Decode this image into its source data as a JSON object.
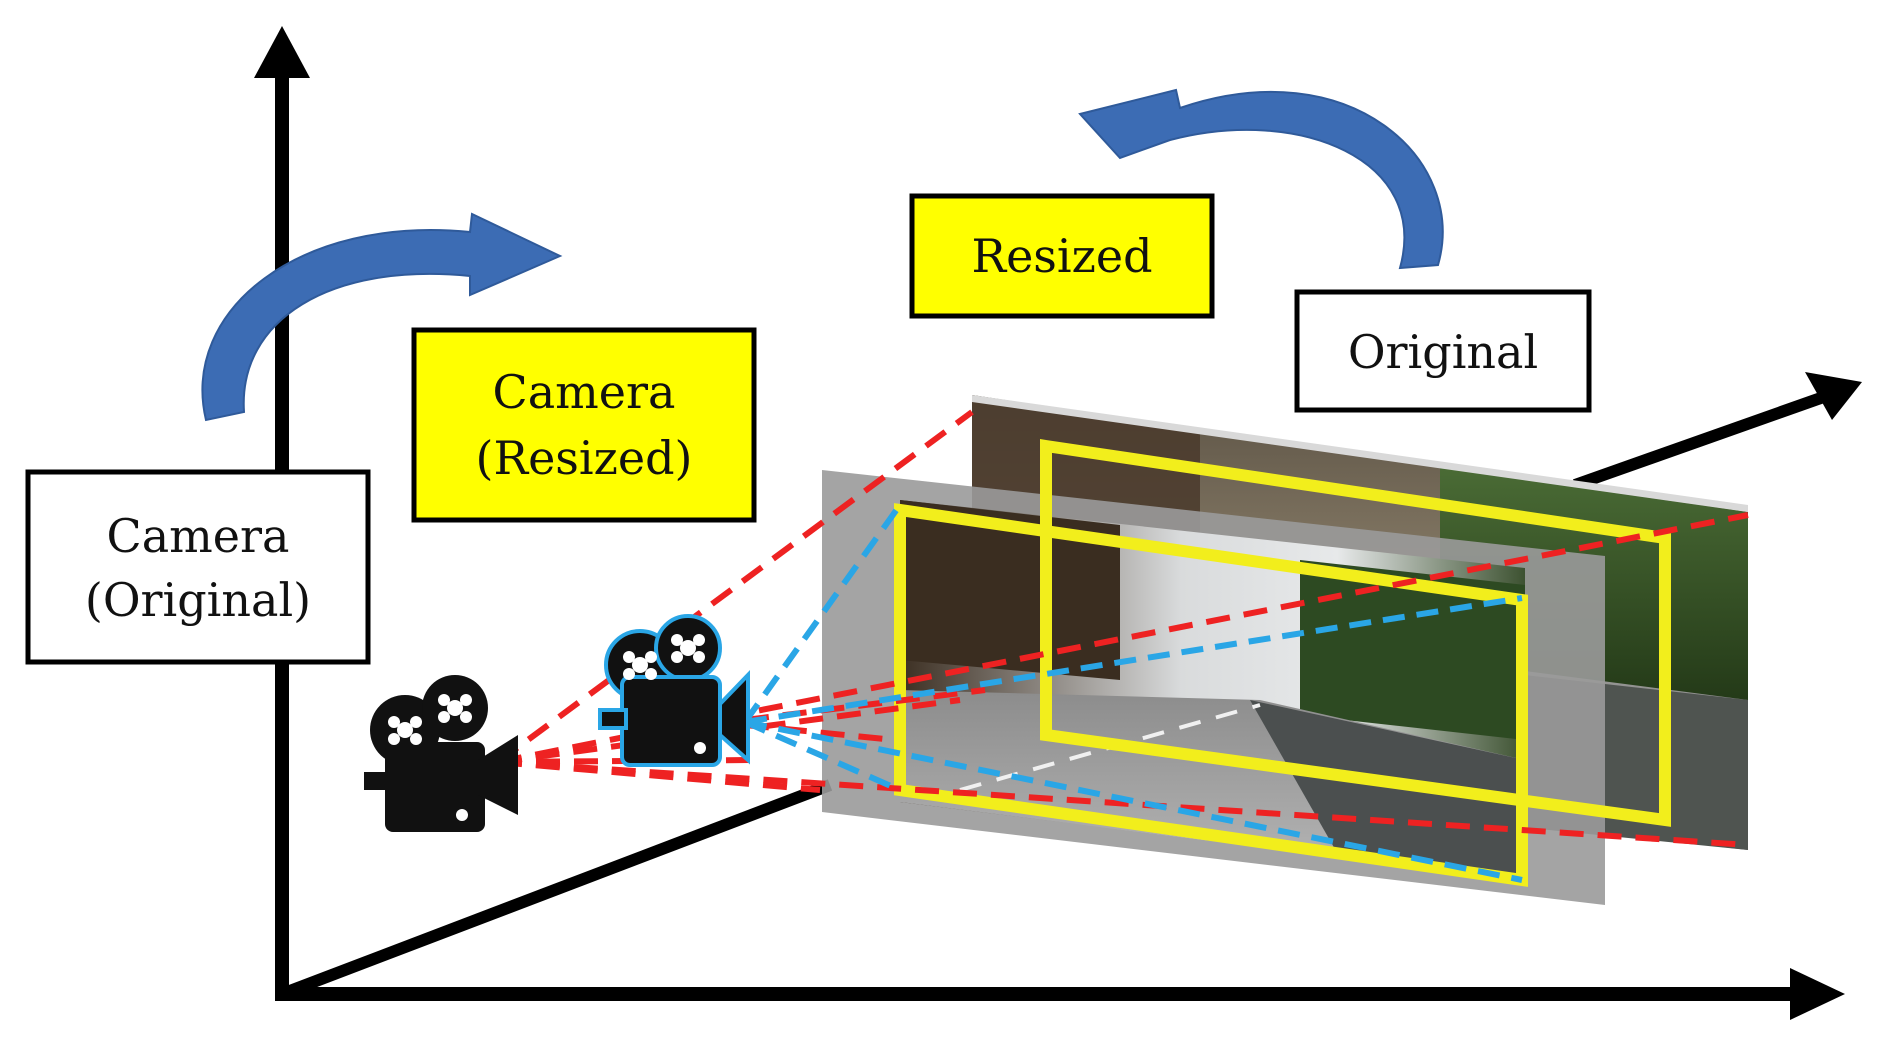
{
  "labels": {
    "camera_original": [
      "Camera",
      "(Original)"
    ],
    "camera_resized": [
      "Camera",
      "(Resized)"
    ],
    "resized": "Resized",
    "original": "Original"
  },
  "icons": {
    "camera_original": "movie-camera-icon",
    "camera_resized": "movie-camera-icon",
    "arrow_left": "curved-arrow-icon",
    "arrow_right": "curved-arrow-icon"
  },
  "colors": {
    "axis": "#000000",
    "resized_box_fill": "#ffff00",
    "original_box_fill": "#ffffff",
    "box_border": "#000000",
    "curved_arrow": "#3c6cb4",
    "original_frustum": "#ee2222",
    "resized_frustum": "#2aa6e6",
    "resized_frame_border": "#f2ee1c",
    "camera_icon": "#111111",
    "camera_resized_outline": "#2aa6e6"
  }
}
